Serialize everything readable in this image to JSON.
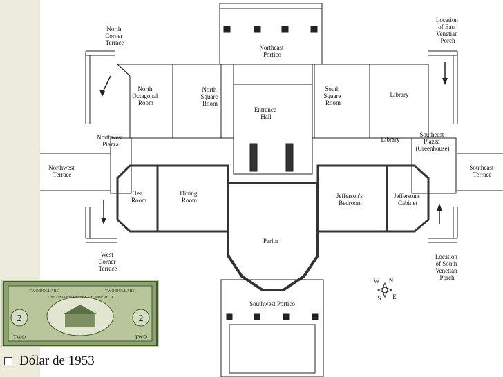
{
  "labels": {
    "north_corner_terrace": [
      "North",
      "Corner",
      "Terrace"
    ],
    "northeast_portico": [
      "Northeast",
      "Portico"
    ],
    "location_east_porch": [
      "Location",
      "of East",
      "Venetian",
      "Porch"
    ],
    "north_octagonal_room": [
      "North",
      "Octagonal",
      "Room"
    ],
    "north_square_room": [
      "North",
      "Square",
      "Room"
    ],
    "south_square_room": [
      "South",
      "Square",
      "Room"
    ],
    "library_upper": [
      "Library"
    ],
    "entrance_hall": [
      "Entrance",
      "Hall"
    ],
    "library_lower": [
      "Library"
    ],
    "northwest_piazza": [
      "Northwest",
      "Piazza"
    ],
    "southeast_piazza": [
      "Southeast",
      "Piazza",
      "(Greenhouse)"
    ],
    "northwest_terrace": [
      "Northwest",
      "Terrace"
    ],
    "southeast_terrace": [
      "Southeast",
      "Terrace"
    ],
    "tea_room": [
      "Tea",
      "Room"
    ],
    "dining_room": [
      "Dining",
      "Room"
    ],
    "jeffersons_bedroom": [
      "Jefferson's",
      "Bedroom"
    ],
    "jeffersons_cabinet": [
      "Jefferson's",
      "Cabinet"
    ],
    "parlor": [
      "Parlor"
    ],
    "west_corner_terrace": [
      "West",
      "Corner",
      "Terrace"
    ],
    "location_south_porch": [
      "Location",
      "of South",
      "Venetian",
      "Porch"
    ],
    "southwest_portico": [
      "Southwest Portico"
    ]
  },
  "compass": {
    "n": "N",
    "s": "S",
    "e": "E",
    "w": "W"
  },
  "bill": {
    "denomination": "TWO DOLLARS",
    "numeral": "2",
    "word": "TWO",
    "legend": "THE UNITED STATES OF AMERICA"
  },
  "caption": {
    "text": "Dólar de 1953"
  }
}
